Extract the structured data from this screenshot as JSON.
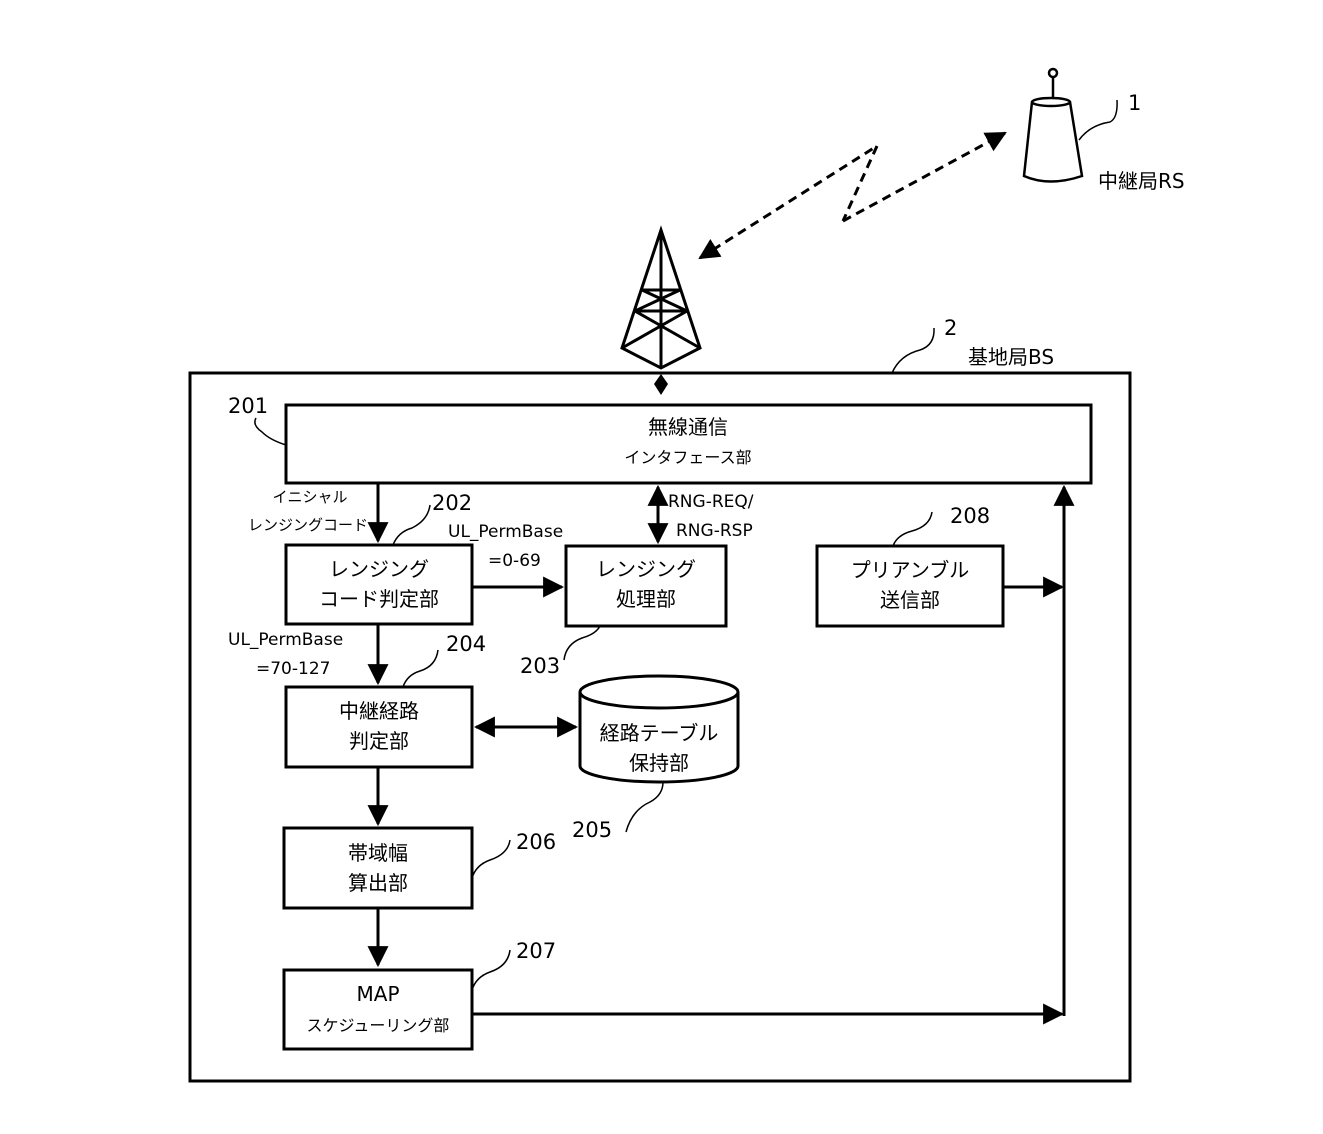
{
  "relay_station": {
    "ref": "1",
    "label": "中継局RS"
  },
  "base_station": {
    "ref": "2",
    "label": "基地局BS"
  },
  "blocks": {
    "wireless_if": {
      "ref": "201",
      "line1": "無線通信",
      "line2": "インタフェース部"
    },
    "ranging_code": {
      "ref": "202",
      "line1": "レンジング",
      "line2": "コード判定部"
    },
    "ranging_proc": {
      "ref": "203",
      "line1": "レンジング",
      "line2": "処理部"
    },
    "relay_route": {
      "ref": "204",
      "line1": "中継経路",
      "line2": "判定部"
    },
    "route_table": {
      "ref": "205",
      "line1": "経路テーブル",
      "line2": "保持部"
    },
    "bandwidth": {
      "ref": "206",
      "line1": "帯域幅",
      "line2": "算出部"
    },
    "map_sched": {
      "ref": "207",
      "line1": "MAP",
      "line2": "スケジューリング部"
    },
    "preamble": {
      "ref": "208",
      "line1": "プリアンブル",
      "line2": "送信部"
    }
  },
  "annotations": {
    "initial_ranging_1": "イニシャル",
    "initial_ranging_2": "レンジングコード",
    "permbase_low_1": "UL_PermBase",
    "permbase_low_2": "=0-69",
    "permbase_high_1": "UL_PermBase",
    "permbase_high_2": "=70-127",
    "rng_1": "RNG-REQ/",
    "rng_2": "RNG-RSP"
  }
}
